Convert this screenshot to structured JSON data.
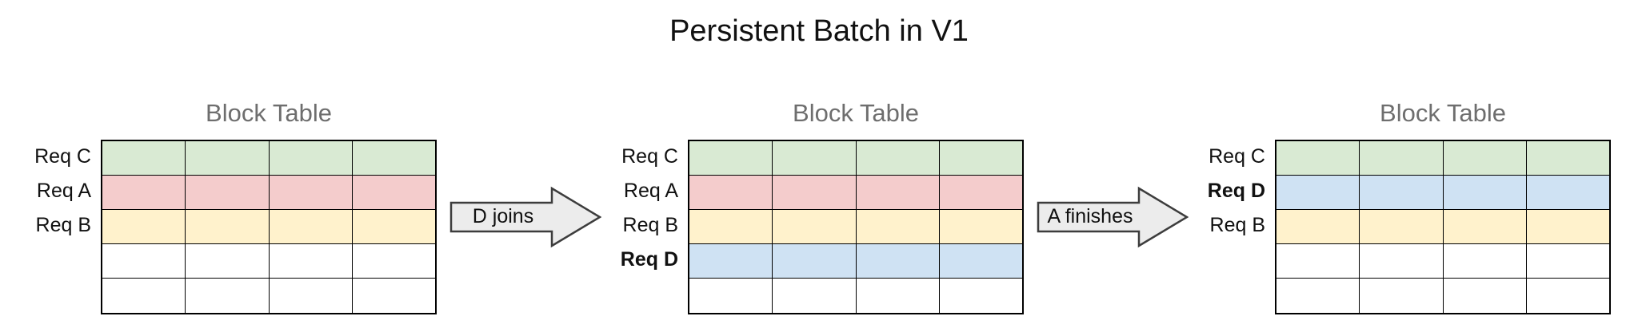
{
  "title": "Persistent Batch in V1",
  "palette": {
    "green": "#d9ead3",
    "pink": "#f4cccc",
    "yellow": "#fff2cc",
    "blue": "#cfe2f3",
    "white": "#ffffff",
    "arrow_fill": "#ececec",
    "arrow_stroke": "#3d3d3d",
    "heading_gray": "#6e6e6e"
  },
  "columns": 4,
  "tables": [
    {
      "title": "Block Table",
      "rows": [
        {
          "label": "Req C",
          "bold": false,
          "color": "green"
        },
        {
          "label": "Req A",
          "bold": false,
          "color": "pink"
        },
        {
          "label": "Req B",
          "bold": false,
          "color": "yellow"
        },
        {
          "label": "",
          "bold": false,
          "color": "white"
        },
        {
          "label": "",
          "bold": false,
          "color": "white"
        }
      ]
    },
    {
      "title": "Block Table",
      "rows": [
        {
          "label": "Req C",
          "bold": false,
          "color": "green"
        },
        {
          "label": "Req A",
          "bold": false,
          "color": "pink"
        },
        {
          "label": "Req B",
          "bold": false,
          "color": "yellow"
        },
        {
          "label": "Req D",
          "bold": true,
          "color": "blue"
        },
        {
          "label": "",
          "bold": false,
          "color": "white"
        }
      ]
    },
    {
      "title": "Block Table",
      "rows": [
        {
          "label": "Req C",
          "bold": false,
          "color": "green"
        },
        {
          "label": "Req D",
          "bold": true,
          "color": "blue"
        },
        {
          "label": "Req B",
          "bold": false,
          "color": "yellow"
        },
        {
          "label": "",
          "bold": false,
          "color": "white"
        },
        {
          "label": "",
          "bold": false,
          "color": "white"
        }
      ]
    }
  ],
  "arrows": [
    {
      "label": "D joins"
    },
    {
      "label": "A finishes"
    }
  ]
}
